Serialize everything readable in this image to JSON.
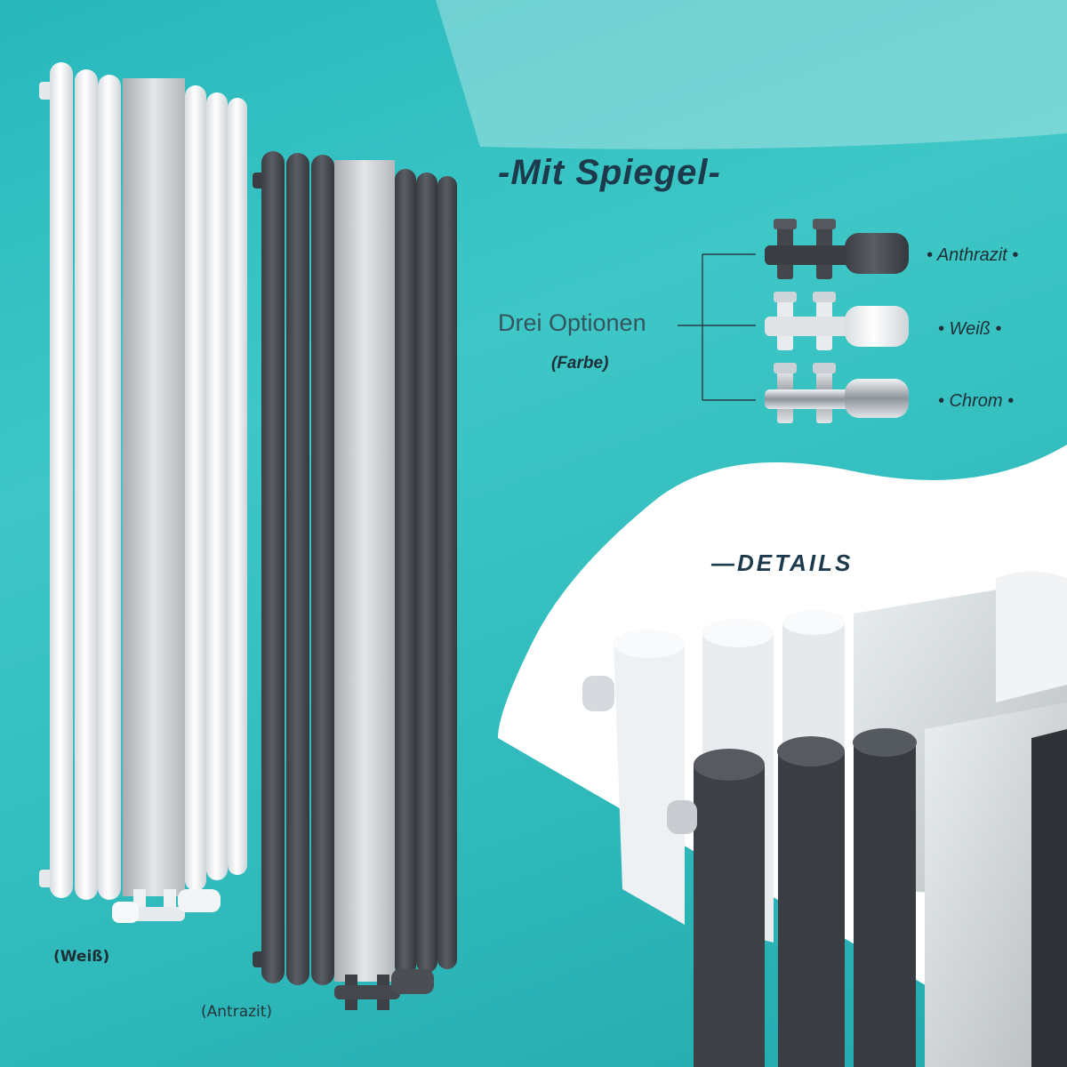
{
  "heading": "-Mit Spiegel-",
  "options": {
    "label": "Drei Optionen",
    "sublabel": "(Farbe)",
    "items": [
      {
        "label": "• Anthrazit •",
        "color": "#4a4d52"
      },
      {
        "label": "• Weiß •",
        "color": "#e8ebee"
      },
      {
        "label": "• Chrom •",
        "color": "#b9c0c6"
      }
    ]
  },
  "details_label": "—DETAILS",
  "captions": {
    "white": "(Weiß)",
    "anthracite": "(Antrazit)"
  },
  "colors": {
    "background": "#2fbcbd",
    "heading": "#1d3a4c",
    "anthracite": "#4a4d52",
    "white_radiator": "#f4f6f8",
    "mirror": "#cfd2d5"
  }
}
